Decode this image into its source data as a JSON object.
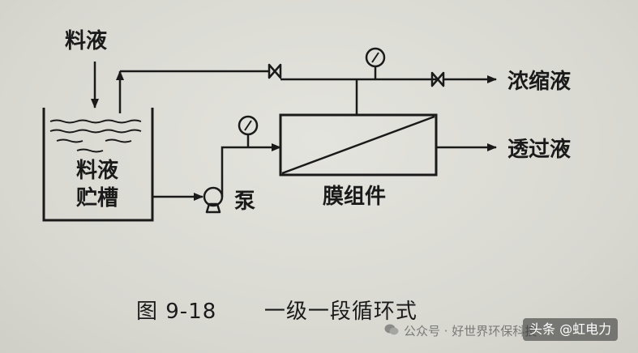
{
  "labels": {
    "feed_liquid": "料液",
    "concentrate": "浓缩液",
    "permeate": "透过液",
    "tank_line1": "料液",
    "tank_line2": "贮槽",
    "pump": "泵",
    "membrane_module": "膜组件"
  },
  "caption": {
    "figure_number": "图 9-18",
    "title": "一级一段循环式"
  },
  "watermark": {
    "source": "公众号 · 好世界环保科技",
    "badge": "头条 @虹电力"
  },
  "colors": {
    "ink": "#1a1a1a",
    "paper": "#dcdcd6"
  }
}
